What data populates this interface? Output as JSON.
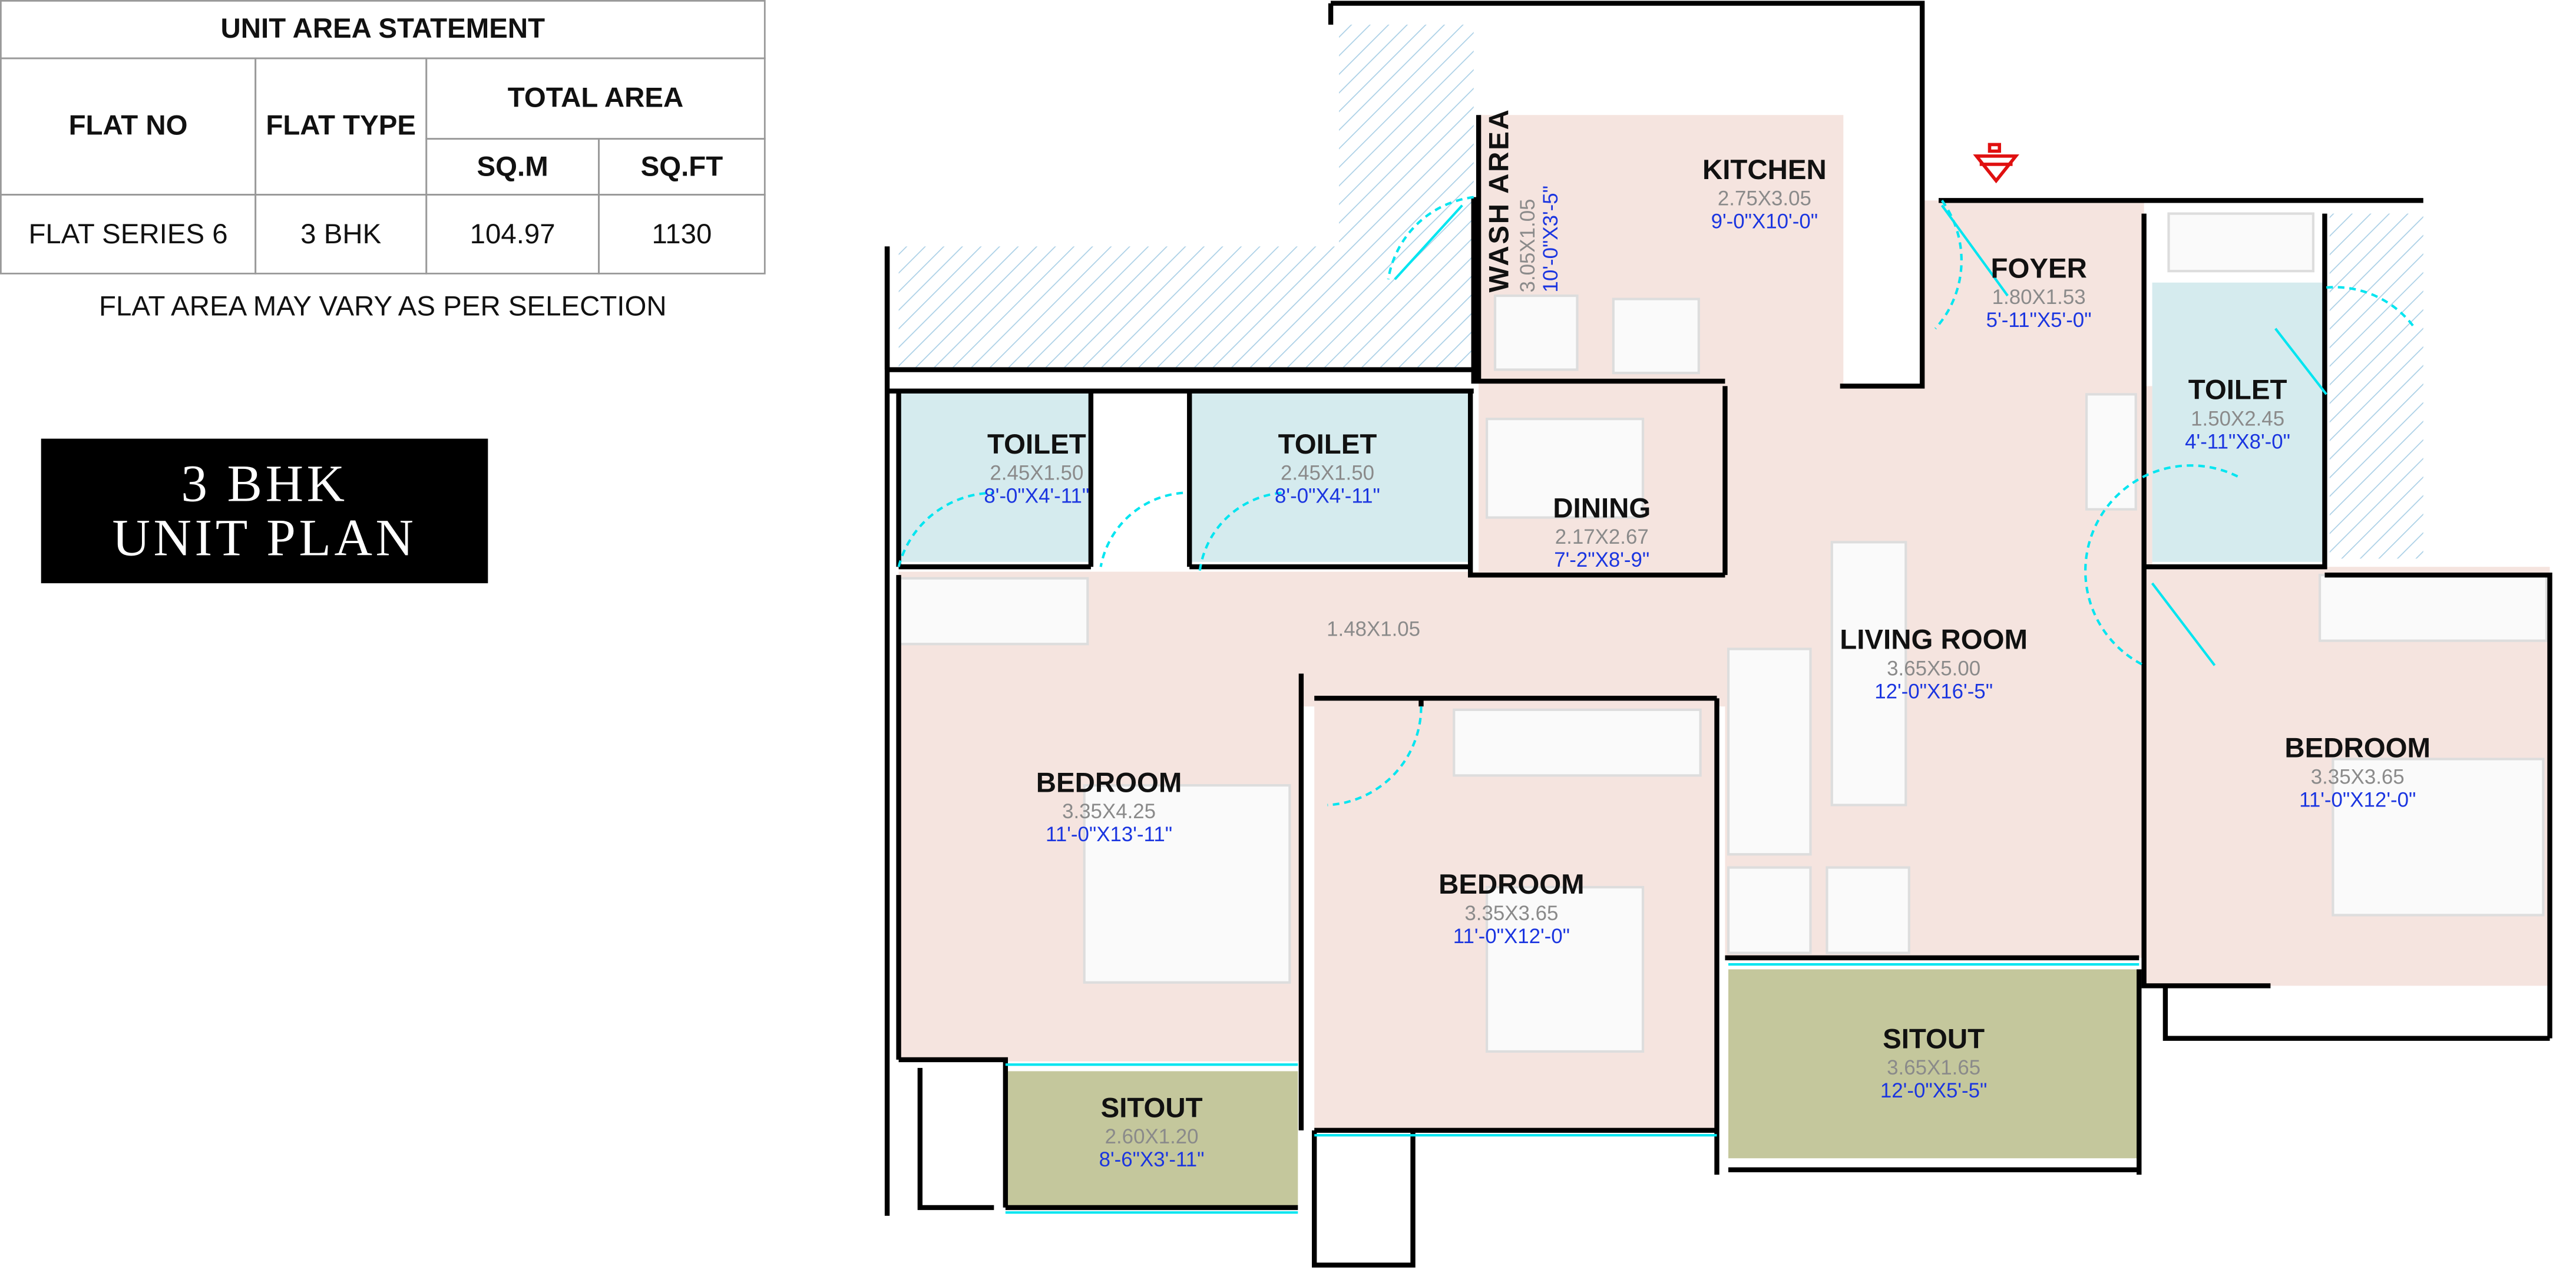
{
  "area_statement": {
    "title": "UNIT AREA STATEMENT",
    "headers": {
      "flat_no": "FLAT NO",
      "flat_type": "FLAT TYPE",
      "total_area": "TOTAL AREA",
      "sqm": "SQ.M",
      "sqft": "SQ.FT"
    },
    "row": {
      "flat_no": "FLAT SERIES 6",
      "flat_type": "3 BHK",
      "sqm": "104.97",
      "sqft": "1130"
    },
    "note": "FLAT AREA MAY VARY AS PER SELECTION"
  },
  "badge": {
    "line1": "3 BHK",
    "line2": "UNIT PLAN"
  },
  "rooms": {
    "wash_area": {
      "name": "WASH AREA",
      "metric": "3.05X1.05",
      "imperial": "10'-0\"X3'-5\""
    },
    "kitchen": {
      "name": "KITCHEN",
      "metric": "2.75X3.05",
      "imperial": "9'-0\"X10'-0\""
    },
    "foyer": {
      "name": "FOYER",
      "metric": "1.80X1.53",
      "imperial": "5'-11\"X5'-0\""
    },
    "toilet_right": {
      "name": "TOILET",
      "metric": "1.50X2.45",
      "imperial": "4'-11\"X8'-0\""
    },
    "toilet_1": {
      "name": "TOILET",
      "metric": "2.45X1.50",
      "imperial": "8'-0\"X4'-11\""
    },
    "toilet_2": {
      "name": "TOILET",
      "metric": "2.45X1.50",
      "imperial": "8'-0\"X4'-11\""
    },
    "dining": {
      "name": "DINING",
      "metric": "2.17X2.67",
      "imperial": "7'-2\"X8'-9\""
    },
    "passage": {
      "metric": "1.48X1.05"
    },
    "living": {
      "name": "LIVING ROOM",
      "metric": "3.65X5.00",
      "imperial": "12'-0\"X16'-5\""
    },
    "bedroom_left": {
      "name": "BEDROOM",
      "metric": "3.35X4.25",
      "imperial": "11'-0\"X13'-11\""
    },
    "bedroom_mid": {
      "name": "BEDROOM",
      "metric": "3.35X3.65",
      "imperial": "11'-0\"X12'-0\""
    },
    "bedroom_right": {
      "name": "BEDROOM",
      "metric": "3.35X3.65",
      "imperial": "11'-0\"X12'-0\""
    },
    "sitout_left": {
      "name": "SITOUT",
      "metric": "2.60X1.20",
      "imperial": "8'-6\"X3'-11\""
    },
    "sitout_mid": {
      "name": "SITOUT",
      "metric": "3.65X1.65",
      "imperial": "12'-0\"X5'-5\""
    }
  },
  "colors": {
    "room": "#f5e4df",
    "toilet": "#d5ebee",
    "sitout": "#c4c79c",
    "wall": "#000000",
    "door": "#00e5f0",
    "imperial_text": "#1a35e0",
    "entry_marker": "#e01010"
  }
}
